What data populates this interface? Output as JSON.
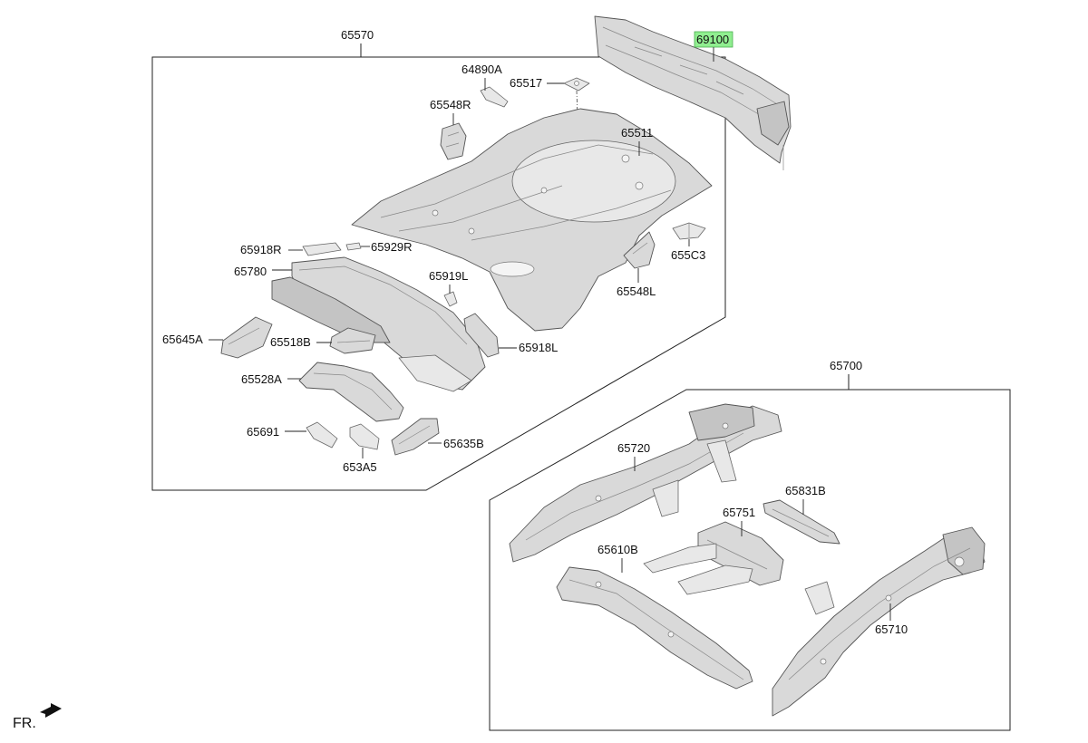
{
  "groups": {
    "rear_floor": "65570",
    "rear_frame": "65700"
  },
  "highlight_color": "#90ee90",
  "parts": {
    "p69100": "69100",
    "p64890A": "64890A",
    "p65517": "65517",
    "p65548R": "65548R",
    "p65511": "65511",
    "p65918R": "65918R",
    "p65929R": "65929R",
    "p65780": "65780",
    "p65919L": "65919L",
    "p655C3": "655C3",
    "p65548L": "65548L",
    "p65645A": "65645A",
    "p65518B": "65518B",
    "p65918L": "65918L",
    "p65528A": "65528A",
    "p65691": "65691",
    "p653A5": "653A5",
    "p65635B": "65635B",
    "p65720": "65720",
    "p65831B": "65831B",
    "p65751": "65751",
    "p65610B": "65610B",
    "p65710": "65710"
  },
  "direction": {
    "label": "FR.",
    "icon": "front-arrow-icon"
  }
}
